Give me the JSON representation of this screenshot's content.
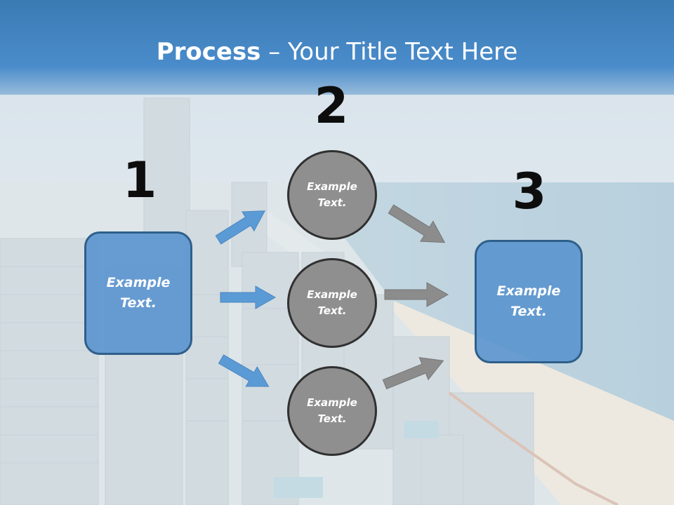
{
  "slide": {
    "title_bold": "Process",
    "title_rest": " – Your Title Text Here"
  },
  "steps": {
    "step1_number": "1",
    "step2_number": "2",
    "step3_number": "3"
  },
  "boxes": {
    "left_text": "Example\nText.",
    "right_text": "Example\nText."
  },
  "circles": {
    "top_text": "Example\nText.",
    "middle_text": "Example\nText.",
    "bottom_text": "Example\nText."
  },
  "colors": {
    "title_band": "#4a8ccb",
    "box_fill": "#5692ce",
    "box_border": "#2f5f8a",
    "circle_fill": "#8f8f8f",
    "circle_border": "#303030",
    "blue_arrow": "#5b9bd5",
    "gray_arrow": "#8c8c8c"
  },
  "icons": {
    "background": "city-coastline-photo",
    "arrow": "arrow-right-icon"
  }
}
